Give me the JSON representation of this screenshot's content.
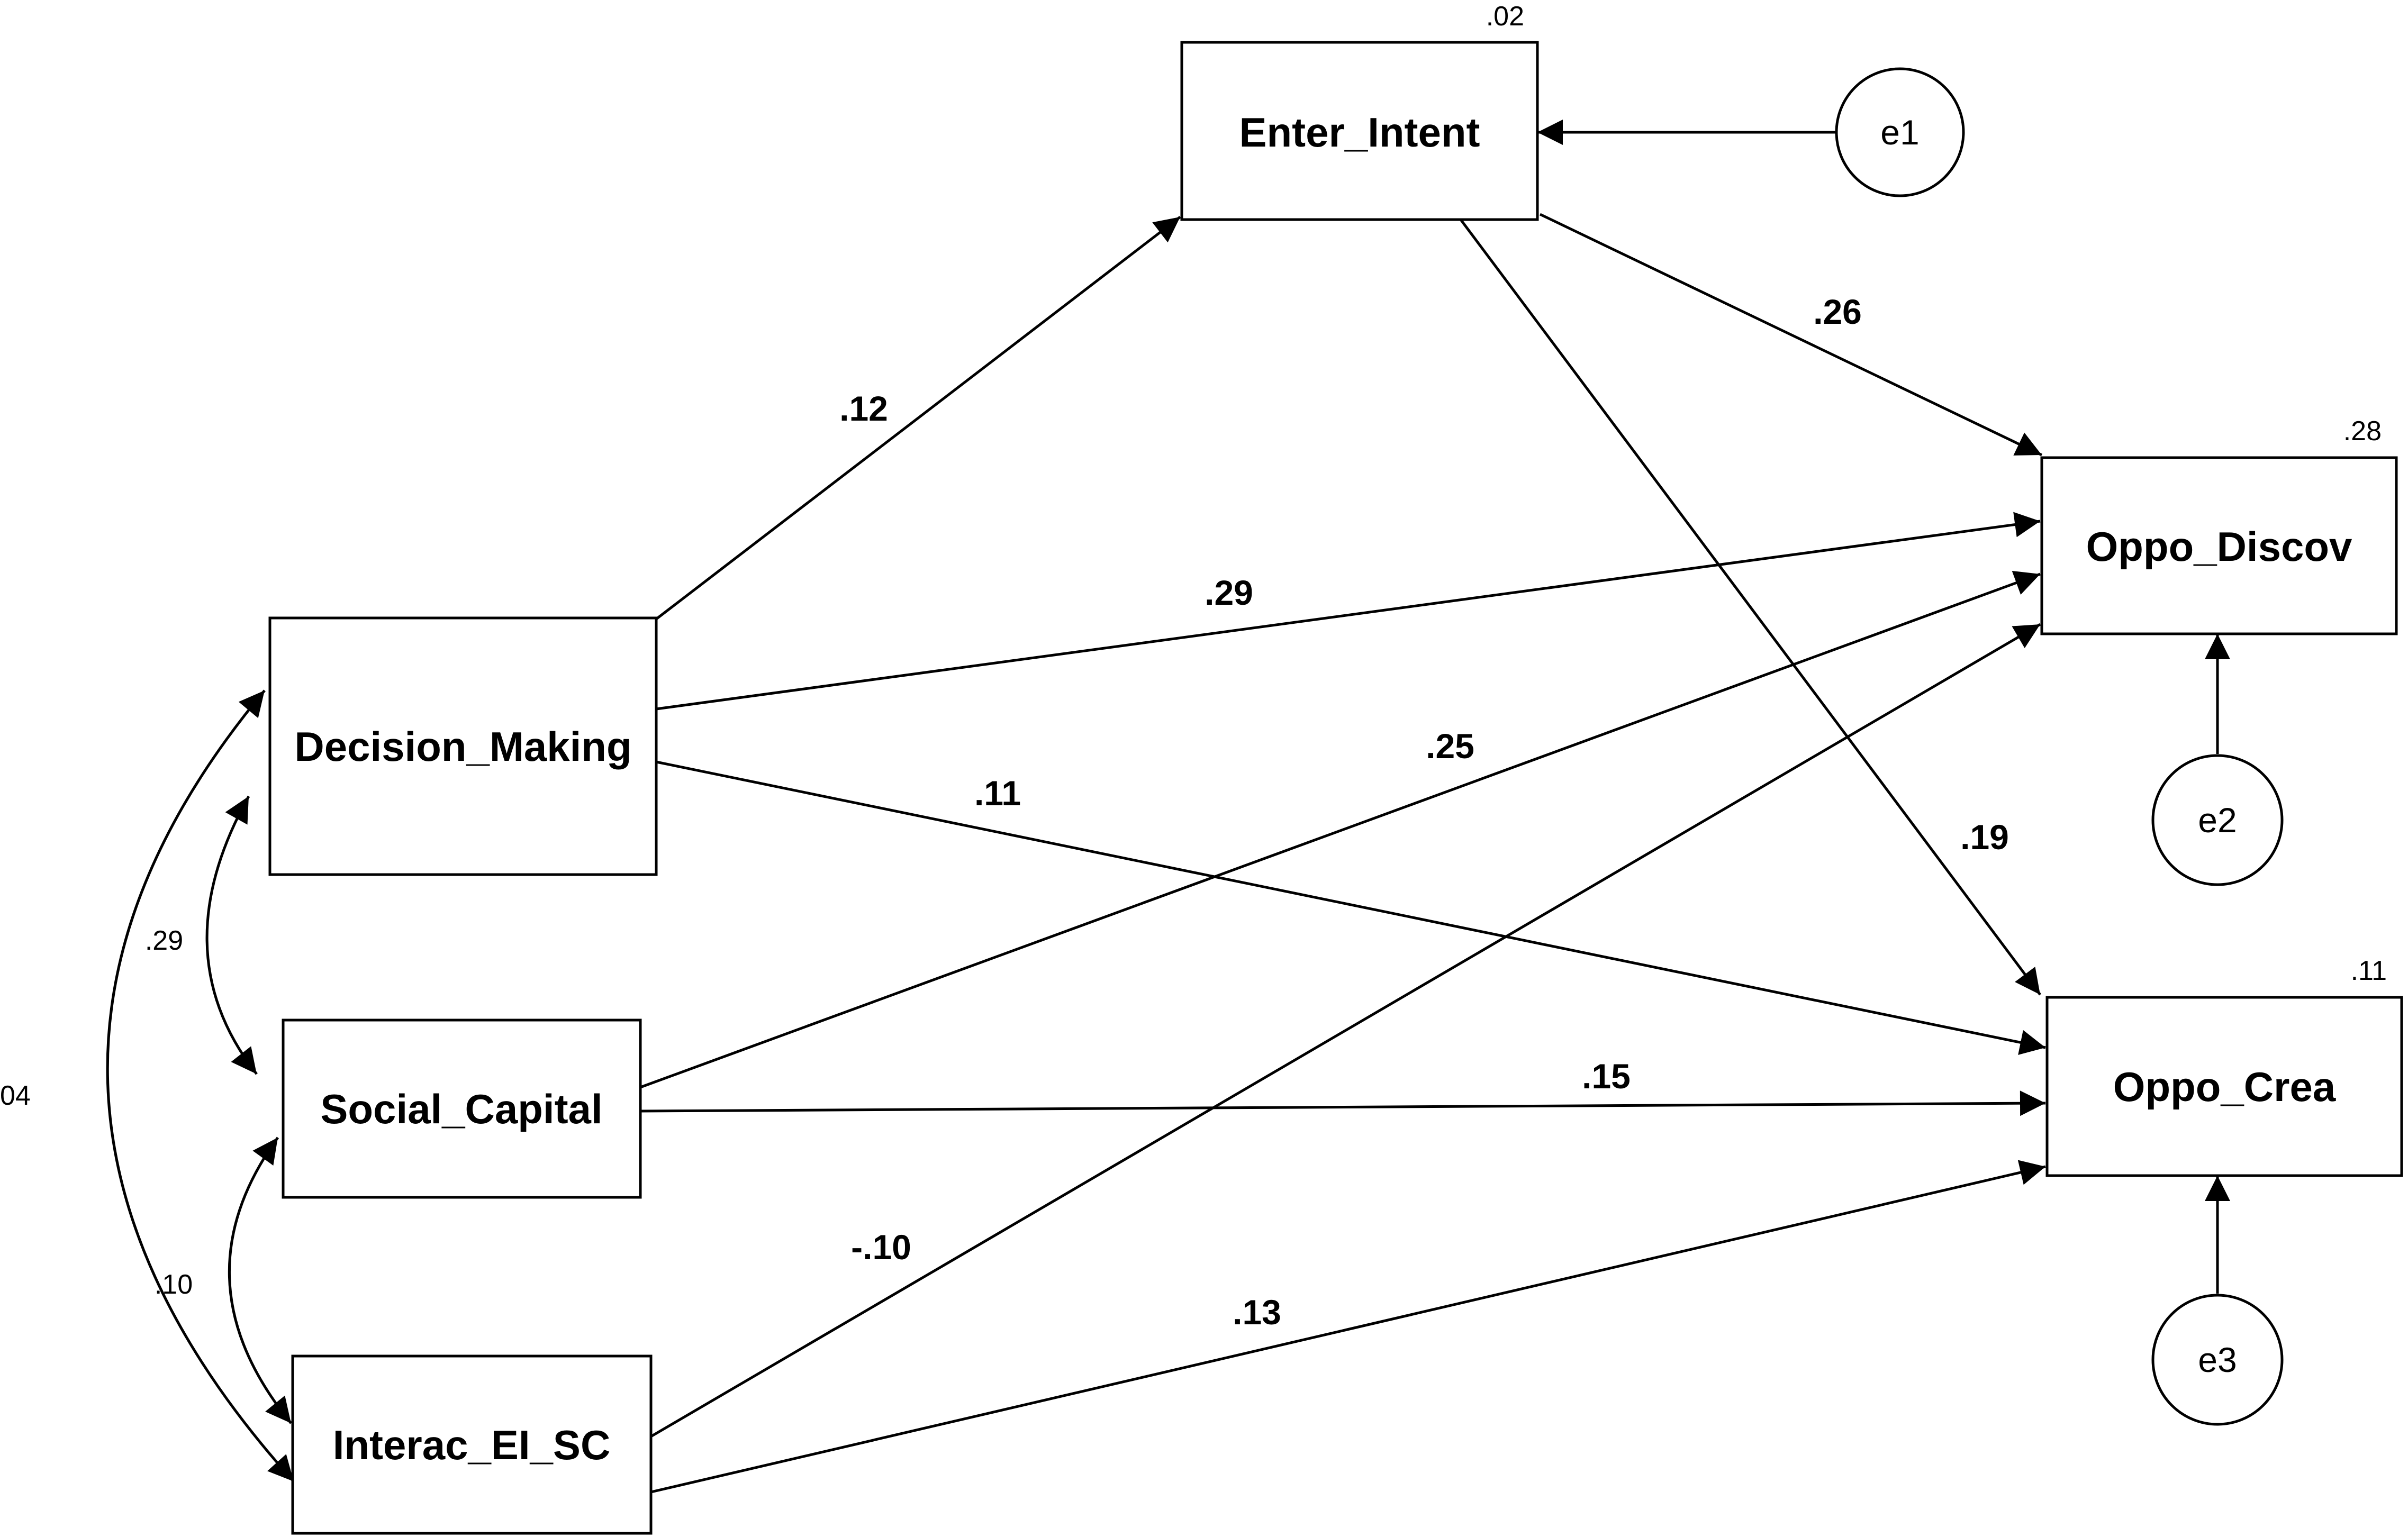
{
  "nodes": {
    "enter_intent": {
      "label": "Enter_Intent",
      "r2": ".02"
    },
    "oppo_discov": {
      "label": "Oppo_Discov",
      "r2": ".28"
    },
    "oppo_crea": {
      "label": "Oppo_Crea",
      "r2": ".11"
    },
    "decision_making": {
      "label": "Decision_Making"
    },
    "social_capital": {
      "label": "Social_Capital"
    },
    "interac_ei_sc": {
      "label": "Interac_EI_SC"
    }
  },
  "errors": {
    "e1": "e1",
    "e2": "e2",
    "e3": "e3"
  },
  "paths": {
    "dm_to_ei": ".12",
    "ei_to_od": ".26",
    "ei_to_oc": ".19",
    "dm_to_od": ".29",
    "dm_to_oc": ".11",
    "sc_to_od": ".25",
    "sc_to_oc": ".15",
    "iesc_to_od": "-.10",
    "iesc_to_oc": ".13"
  },
  "covariances": {
    "dm_sc": ".29",
    "sc_iesc": ".10",
    "dm_iesc": "04"
  }
}
